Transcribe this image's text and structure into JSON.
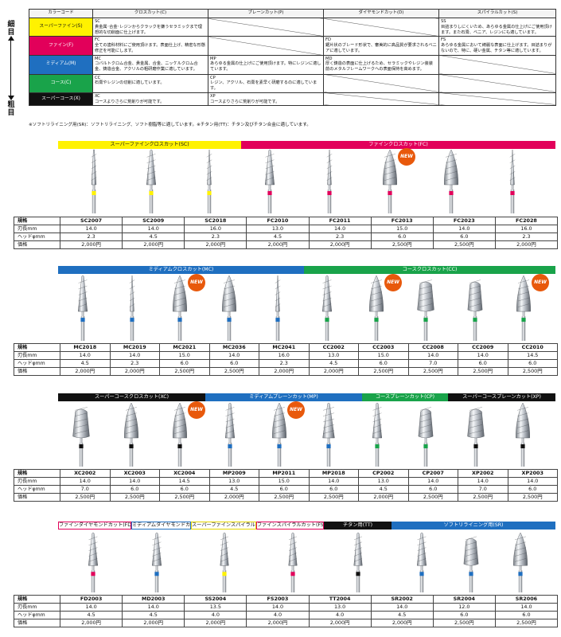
{
  "side_labels": {
    "fine": "細目",
    "coarse": "粗目"
  },
  "compare_table": {
    "headers": [
      "カラーコード",
      "クロスカット(C)",
      "プレーンカット(P)",
      "ダイヤモンドカット(D)",
      "スパイラルカット(S)"
    ],
    "rows": [
      {
        "code": "スーパーファイン(S)",
        "color": "#fff200",
        "text_color": "#111111",
        "cells": [
          "SC\n貴金属･合金･レジンからクラックを嫌うセラミックまで理想的な切削面に仕上げます。",
          "",
          "",
          "SS\n目詰まりしにくいため、あらゆる金属の仕上げにご使用頂けます。また石膏、ベニア、レジンにも適しています。"
        ]
      },
      {
        "code": "ファイン(F)",
        "color": "#e2005a",
        "text_color": "#ffffff",
        "cells": [
          "FC\n全ての歯科材料にご使用頂けます。表面仕上げ、精密な形態修正を可能にします。",
          "",
          "FD\n鋸片状のブレード形状で、審美的に高品質が要求されるベニアに適しています。",
          "FS\nあらゆる金属において綺麗な表面に仕上げます。目詰まりがないので、特に、硬い金属、チタン等に適しています。"
        ]
      },
      {
        "code": "ミディアム(M)",
        "color": "#1f6fc0",
        "text_color": "#ffffff",
        "cells": [
          "MC\nコバルトクロム合金、貴金属、合金、ニッケルクロム合金、鋳造合金、アクリルの粗研磨作業に適しています。",
          "MP\nあらゆる金属の仕上げにご使用頂けます。特にレジンに適しています。",
          "MD\n厚く鋳造の表面に仕上げるため、セラミックやレジン装装前のメタルフレームワークへの表面保持を高めます。",
          ""
        ]
      },
      {
        "code": "コース(C)",
        "color": "#19a34a",
        "text_color": "#ffffff",
        "cells": [
          "CC\n石膏やレジンの切削に適しています。",
          "CP\nレジン、アクリル、石膏を素早く研磨するのに適しています。",
          "",
          ""
        ]
      },
      {
        "code": "スーパーコース(X)",
        "color": "#111111",
        "text_color": "#ffffff",
        "cells": [
          "XC\nコースよりさらに荒削りが可能です。",
          "XP\nコースよりさらに荒削りが可能です。",
          "",
          ""
        ]
      }
    ],
    "footnote": "※ソフトリライニング用(SR)：ソフトリライニング、ソフト樹脂等に適しています。※チタン用(TT)：チタン及びチタン合金に適しています。"
  },
  "row_labels": {
    "model": "規格",
    "blade": "刃長mm",
    "head": "ヘッドφmm",
    "price": "価格"
  },
  "new_label": "NEW",
  "sections": [
    {
      "id": "s1",
      "bars": [
        {
          "label": "スーパーファインクロスカット(SC)",
          "color": "#fff200",
          "text_color": "#111111"
        },
        {
          "label": "ファインクロスカット(FC)",
          "color": "#e2005a",
          "text_color": "#ffffff"
        }
      ],
      "products": [
        {
          "model": "SC2007",
          "blade": "14.0",
          "head": "2.3",
          "price": "2,000円",
          "band": "#fff200",
          "shape": "cone",
          "new": false
        },
        {
          "model": "SC2009",
          "blade": "14.0",
          "head": "4.5",
          "price": "2,000円",
          "band": "#fff200",
          "shape": "taper",
          "new": false
        },
        {
          "model": "SC2018",
          "blade": "16.0",
          "head": "2.3",
          "price": "2,000円",
          "band": "#fff200",
          "shape": "needle",
          "new": false
        },
        {
          "model": "FC2010",
          "blade": "13.0",
          "head": "4.5",
          "price": "2,000円",
          "band": "#e2005a",
          "shape": "taper",
          "new": false
        },
        {
          "model": "FC2011",
          "blade": "14.0",
          "head": "2.3",
          "price": "2,000円",
          "band": "#e2005a",
          "shape": "needle",
          "new": false
        },
        {
          "model": "FC2013",
          "blade": "15.0",
          "head": "6.0",
          "price": "2,500円",
          "band": "#e2005a",
          "shape": "flame",
          "new": true
        },
        {
          "model": "FC2023",
          "blade": "14.0",
          "head": "6.0",
          "price": "2,500円",
          "band": "#e2005a",
          "shape": "flame",
          "new": false
        },
        {
          "model": "FC2028",
          "blade": "16.0",
          "head": "2.3",
          "price": "2,000円",
          "band": "#e2005a",
          "shape": "needle",
          "new": false
        }
      ]
    },
    {
      "id": "s2",
      "bars": [
        {
          "label": "ミディアムクロスカット(MC)",
          "color": "#1f6fc0",
          "text_color": "#ffffff"
        },
        {
          "label": "コースクロスカット(CC)",
          "color": "#19a34a",
          "text_color": "#ffffff"
        }
      ],
      "products": [
        {
          "model": "MC2018",
          "blade": "14.0",
          "head": "4.5",
          "price": "2,000円",
          "band": "#1f6fc0",
          "shape": "taper",
          "new": false
        },
        {
          "model": "MC2019",
          "blade": "14.0",
          "head": "2.3",
          "price": "2,000円",
          "band": "#1f6fc0",
          "shape": "needle",
          "new": false
        },
        {
          "model": "MC2021",
          "blade": "15.0",
          "head": "6.0",
          "price": "2,500円",
          "band": "#1f6fc0",
          "shape": "flame",
          "new": true
        },
        {
          "model": "MC2036",
          "blade": "14.0",
          "head": "6.0",
          "price": "2,500円",
          "band": "#1f6fc0",
          "shape": "flame",
          "new": false
        },
        {
          "model": "MC2041",
          "blade": "16.0",
          "head": "2.3",
          "price": "2,000円",
          "band": "#1f6fc0",
          "shape": "needle",
          "new": false
        },
        {
          "model": "CC2002",
          "blade": "13.0",
          "head": "4.5",
          "price": "2,000円",
          "band": "#19a34a",
          "shape": "taper",
          "new": false
        },
        {
          "model": "CC2003",
          "blade": "15.0",
          "head": "6.0",
          "price": "2,500円",
          "band": "#19a34a",
          "shape": "flame",
          "new": true
        },
        {
          "model": "CC2008",
          "blade": "14.0",
          "head": "7.0",
          "price": "2,500円",
          "band": "#19a34a",
          "shape": "round",
          "new": false
        },
        {
          "model": "CC2009",
          "blade": "14.0",
          "head": "6.0",
          "price": "2,500円",
          "band": "#19a34a",
          "shape": "round",
          "new": false
        },
        {
          "model": "CC2010",
          "blade": "14.5",
          "head": "6.0",
          "price": "2,500円",
          "band": "#19a34a",
          "shape": "flame",
          "new": true
        }
      ]
    },
    {
      "id": "s3",
      "bars": [
        {
          "label": "スーパーコースクロスカット(XC)",
          "color": "#111111",
          "text_color": "#ffffff"
        },
        {
          "label": "ミディアムプレーンカット(MP)",
          "color": "#1f6fc0",
          "text_color": "#ffffff"
        },
        {
          "label": "コースプレーンカット(CP)",
          "color": "#19a34a",
          "text_color": "#ffffff"
        },
        {
          "label": "スーパーコースプレーンカット(XP)",
          "color": "#111111",
          "text_color": "#ffffff"
        }
      ],
      "products": [
        {
          "model": "XC2002",
          "blade": "14.0",
          "head": "7.0",
          "price": "2,500円",
          "band": "#111111",
          "shape": "round",
          "new": false
        },
        {
          "model": "XC2003",
          "blade": "14.0",
          "head": "6.0",
          "price": "2,500円",
          "band": "#111111",
          "shape": "flame",
          "new": false
        },
        {
          "model": "XC2004",
          "blade": "14.5",
          "head": "6.0",
          "price": "2,500円",
          "band": "#111111",
          "shape": "flame",
          "new": true
        },
        {
          "model": "MP2009",
          "blade": "13.0",
          "head": "4.5",
          "price": "2,000円",
          "band": "#1f6fc0",
          "shape": "taper",
          "new": false
        },
        {
          "model": "MP2011",
          "blade": "15.0",
          "head": "6.0",
          "price": "2,500円",
          "band": "#1f6fc0",
          "shape": "flame",
          "new": true
        },
        {
          "model": "MP2018",
          "blade": "14.0",
          "head": "6.0",
          "price": "2,500円",
          "band": "#1f6fc0",
          "shape": "taper",
          "new": false
        },
        {
          "model": "CP2002",
          "blade": "13.0",
          "head": "4.5",
          "price": "2,000円",
          "band": "#19a34a",
          "shape": "taper",
          "new": false
        },
        {
          "model": "CP2007",
          "blade": "14.0",
          "head": "6.0",
          "price": "2,500円",
          "band": "#19a34a",
          "shape": "round",
          "new": false
        },
        {
          "model": "XP2002",
          "blade": "14.0",
          "head": "7.0",
          "price": "2,500円",
          "band": "#111111",
          "shape": "round",
          "new": false
        },
        {
          "model": "XP2003",
          "blade": "14.0",
          "head": "6.0",
          "price": "2,500円",
          "band": "#111111",
          "shape": "flame",
          "new": false
        }
      ]
    },
    {
      "id": "s4",
      "bars": [
        {
          "label": "ファインダイヤモンドカット(FD)",
          "color": "#ffffff",
          "text_color": "#111111",
          "border": "#e2005a"
        },
        {
          "label": "ミディアムダイヤモンドカット(MD)",
          "color": "#ffffff",
          "text_color": "#111111",
          "border": "#1f6fc0"
        },
        {
          "label": "スーパーファインスパイラルカット(SS)",
          "color": "#ffffff",
          "text_color": "#111111",
          "border": "#e5d600"
        },
        {
          "label": "ファインスパイラルカット(FS)",
          "color": "#ffffff",
          "text_color": "#111111",
          "border": "#e2005a"
        },
        {
          "label": "チタン用(TT)",
          "color": "#111111",
          "text_color": "#ffffff"
        },
        {
          "label": "ソフトリライニング用(SR)",
          "color": "#1f6fc0",
          "text_color": "#ffffff"
        }
      ],
      "products": [
        {
          "model": "FD2003",
          "blade": "14.0",
          "head": "4.5",
          "price": "2,000円",
          "band": "#e2005a",
          "shape": "taper",
          "new": false
        },
        {
          "model": "MD2003",
          "blade": "14.0",
          "head": "4.5",
          "price": "2,000円",
          "band": "#1f6fc0",
          "shape": "taper",
          "new": false
        },
        {
          "model": "SS2004",
          "blade": "13.5",
          "head": "4.0",
          "price": "2,000円",
          "band": "#fff200",
          "shape": "taper",
          "new": false
        },
        {
          "model": "FS2003",
          "blade": "14.0",
          "head": "4.0",
          "price": "2,000円",
          "band": "#e2005a",
          "shape": "taper",
          "new": false
        },
        {
          "model": "TT2004",
          "blade": "13.0",
          "head": "4.0",
          "price": "2,000円",
          "band": "#111111",
          "shape": "taper",
          "new": false
        },
        {
          "model": "SR2002",
          "blade": "14.0",
          "head": "4.5",
          "price": "2,000円",
          "band": "#1f6fc0",
          "shape": "taper",
          "new": false
        },
        {
          "model": "SR2004",
          "blade": "12.0",
          "head": "6.0",
          "price": "2,500円",
          "band": "#1f6fc0",
          "shape": "round",
          "new": false
        },
        {
          "model": "SR2006",
          "blade": "14.0",
          "head": "6.0",
          "price": "2,500円",
          "band": "#1f6fc0",
          "shape": "flame",
          "new": false
        }
      ]
    }
  ]
}
